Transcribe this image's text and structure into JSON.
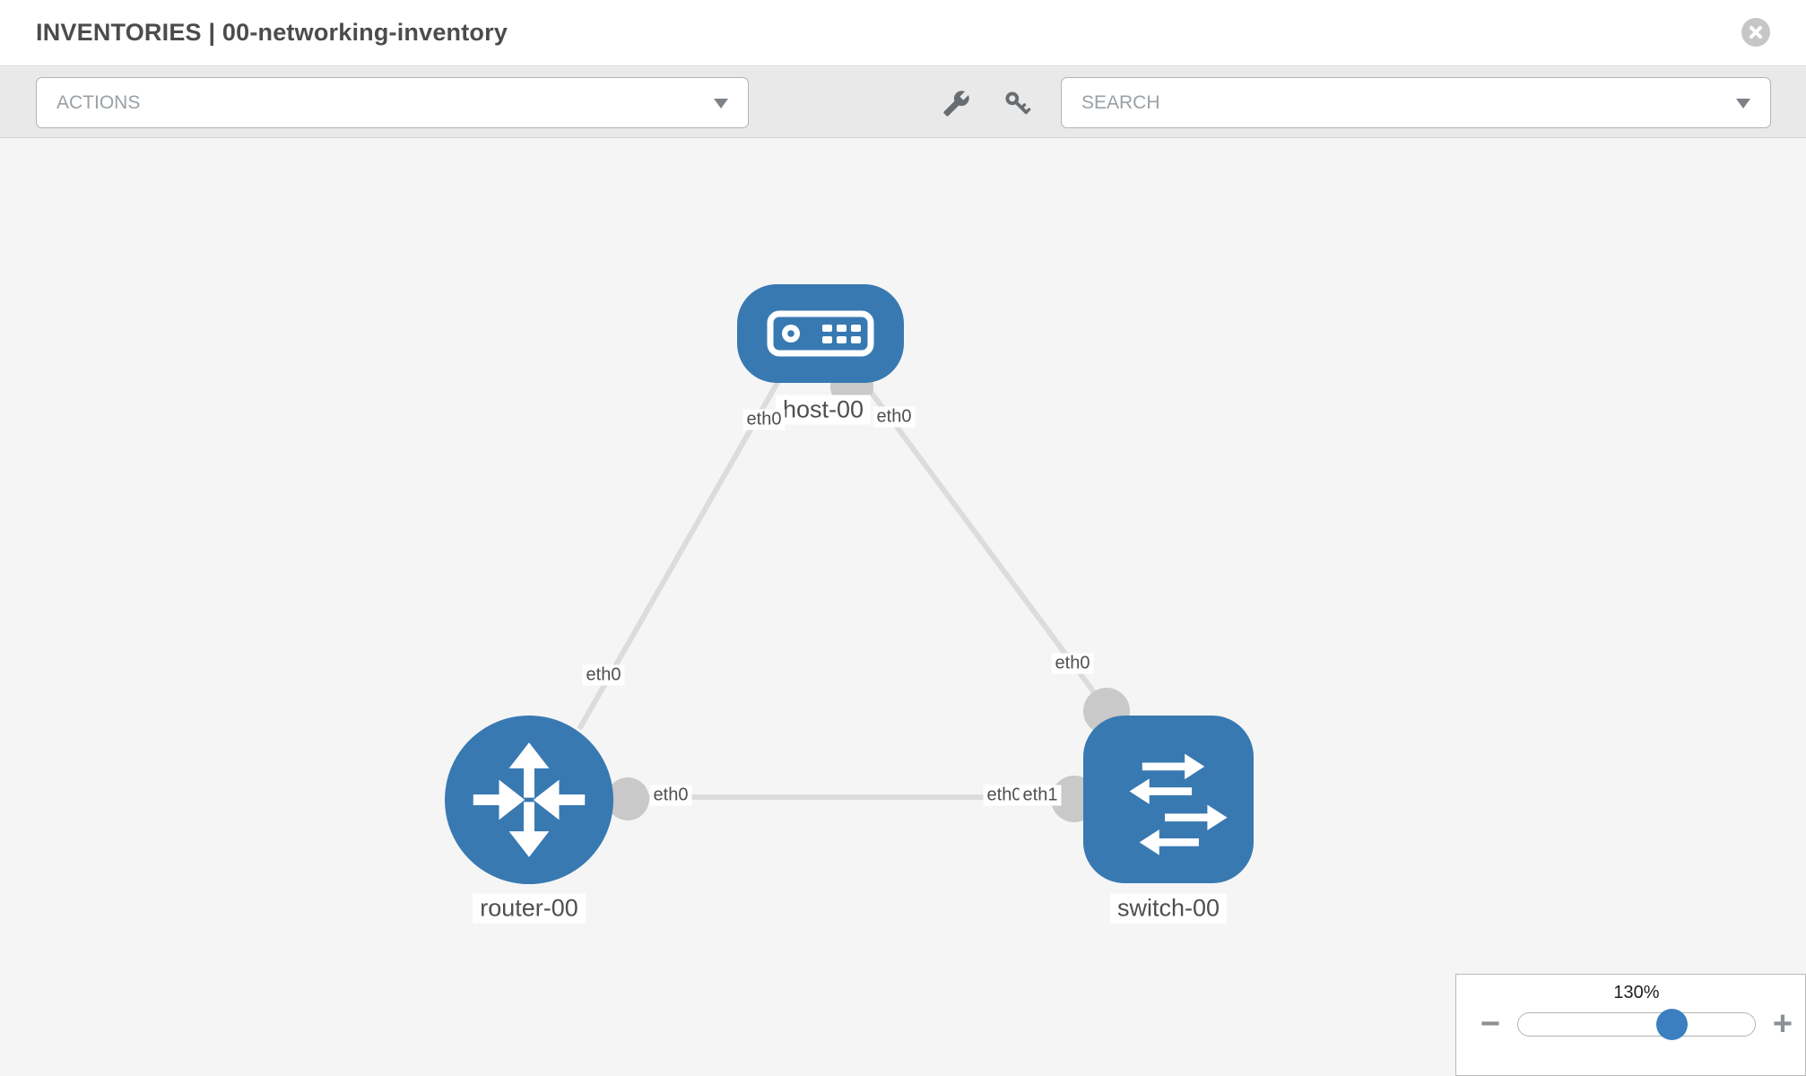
{
  "header": {
    "title": "INVENTORIES | 00-networking-inventory",
    "close_icon": "x-circle-icon"
  },
  "toolbar": {
    "actions_label": "ACTIONS",
    "search_placeholder": "SEARCH",
    "icons": [
      "wrench-icon",
      "key-icon",
      "caret-down-icon"
    ]
  },
  "graph": {
    "nodes": [
      {
        "label": "host-00",
        "type": "host",
        "icon": "host-device-icon",
        "shape": "rounded-rect"
      },
      {
        "label": "router-00",
        "type": "router",
        "icon": "router-arrows-icon",
        "shape": "circle"
      },
      {
        "label": "switch-00",
        "type": "switch",
        "icon": "switch-arrows-icon",
        "shape": "rounded-square"
      }
    ],
    "links": [
      {
        "from": "host-00",
        "from_if": "eth0",
        "to": "router-00",
        "to_if": "eth0"
      },
      {
        "from": "host-00",
        "from_if": "eth0",
        "to": "switch-00",
        "to_if": "eth0"
      },
      {
        "from": "router-00",
        "from_if": "eth0",
        "to": "switch-00",
        "to_if": "eth1"
      }
    ],
    "overlapped_interface_label": "eth0"
  },
  "zoom_control": {
    "value": "130%",
    "minus_label": "−",
    "plus_label": "+"
  },
  "colors": {
    "accent_blue": "#3879b2",
    "slider_blue": "#3b7fc0",
    "port_gray": "#c9c9c9",
    "edge_gray": "#dcdcdc",
    "toolbar_bg": "#e9e9e9",
    "canvas_bg": "#f5f5f5"
  }
}
